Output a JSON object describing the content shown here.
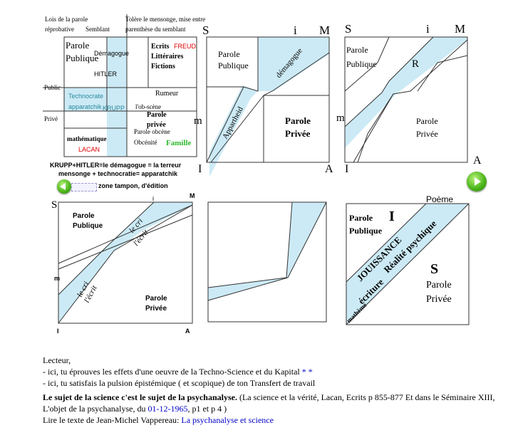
{
  "diagram1": {
    "label_lois": "Lois de la parole",
    "label_reprobative": "réprobative",
    "label_semblant": "Semblant",
    "label_tolere": "Tolère le mensonge, mise entre",
    "label_parenthese": "parenthèse du semblant",
    "parole_publique_1": "Parole",
    "parole_publique_2": "Publique",
    "demagogue": "Démagogue",
    "hitler": "HITLER",
    "ecrits_1": "Ecrits",
    "ecrits_2": "Littéraires",
    "ecrits_3": "Fictions",
    "freud": "FREUD",
    "public": "Public",
    "technocrate": "Technocrate",
    "apparatchik": "apparatchik",
    "krupp": "KRUPP",
    "rumeur": "Rumeur",
    "prive": "Privé",
    "obscene": "l'ob-scène",
    "parole_privee_1": "Parole",
    "parole_privee_2": "privée",
    "parole_obcene": "Parole obcène",
    "obcenite": "Obcénité",
    "famille": "Famille",
    "mathematique": "mathématique",
    "lacan": "LACAN",
    "caption_1": "KRUPP+HITLER=le démagogue = la terreur",
    "caption_2": "mensonge + technocratie= apparatchik",
    "zone_tampon": "zone tampon, d'édition"
  },
  "diagram2": {
    "s": "S",
    "i": "i",
    "m_top": "M",
    "m_left": "m",
    "i_bottom": "I",
    "a": "A",
    "pp_1": "Parole",
    "pp_2": "Publique",
    "demagogue": "démagogue",
    "apartheid": "Appartheid",
    "pv_1": "Parole",
    "pv_2": "Privée"
  },
  "diagram3": {
    "s": "S",
    "i": "i",
    "m_top": "M",
    "m_left": "m",
    "i_bottom": "I",
    "a": "A",
    "pp_1": "Parole",
    "pp_2": "Publique",
    "r": "R",
    "pv_1": "Parole",
    "pv_2": "Privée"
  },
  "diagram4": {
    "s": "S",
    "i": "i",
    "m_top": "M",
    "m_left": "m",
    "i_bottom": "I",
    "a": "A",
    "pp_1": "Parole",
    "pp_2": "Publique",
    "lecrit_1a": "le cri",
    "lecrit_1b": "l'écrit",
    "lecrit_2a": "le cri",
    "lecrit_2b": "l'écrit",
    "pv_1": "Parole",
    "pv_2": "Privée"
  },
  "diagram6": {
    "poeme": "Poème",
    "pp_1": "Parole",
    "pp_2": "Publique",
    "i_big": "I",
    "jouissance": "JOUISSANCE",
    "realite": "Réalité psychique",
    "ecriture": "écriture",
    "matheme": "mathème",
    "s_big": "S",
    "pv_1": "Parole",
    "pv_2": "Privée"
  },
  "text": {
    "lecteur": "Lecteur,",
    "line1": "- ici, tu éprouves les effets d'une oeuvre de la Techno-Science et du Kapital",
    "line1_link": "* *",
    "line2": "- ici, tu satisfais la pulsion épistémique ( et scopique) de ton Transfert de travail",
    "bold_sentence": "Le sujet de la science c'est le sujet de la psychanalyse.",
    "ref_1": " (La science et la vérité, Lacan, Ecrits p 855-877 Et dans le Séminaire XIII, L'objet de la psychanalyse, du ",
    "ref_date": "01-12-1965",
    "ref_2": ", p1 et p 4 )",
    "lire": "Lire le texte de Jean-Michel Vappereau: ",
    "lire_link": "La psychanalyse et science"
  },
  "colors": {
    "accent_fill": "#cceaf5",
    "green_text": "#2eb82e",
    "red_text": "#dd0000",
    "link": "#0000cc"
  },
  "icons": {
    "next": "play-right-icon",
    "prev": "play-left-icon"
  }
}
